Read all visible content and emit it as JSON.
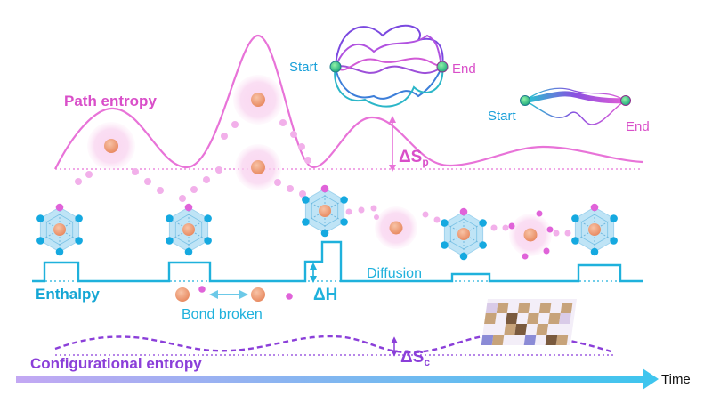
{
  "labels": {
    "path_entropy": "Path entropy",
    "enthalpy": "Enthalpy",
    "configurational_entropy": "Configurational entropy",
    "time": "Time",
    "diffusion": "Diffusion",
    "bond_broken": "Bond broken",
    "delta_h": "ΔH",
    "delta_sp_main": "ΔS",
    "delta_sp_sub": "p",
    "delta_sc_main": "ΔS",
    "delta_sc_sub": "c",
    "start_1": "Start",
    "end_1": "End",
    "start_2": "Start",
    "end_2": "End"
  },
  "colors": {
    "path_entropy": "#e873d8",
    "path_entropy_label": "#d94fc9",
    "enthalpy": "#1fb1dc",
    "enthalpy_label": "#14a6d4",
    "configurational": "#8b3fd9",
    "atom": "#f0a07a",
    "atom_glow": "#f7c9ec",
    "node_cyan": "#15a9e0",
    "node_magenta": "#e063d9",
    "hex_fill": "#bfe4f6",
    "time_arrow_start": "#b79cf1",
    "time_arrow_end": "#3fc5ee"
  },
  "icons": {
    "tangled_paths": "tangled-paths-icon",
    "single_path": "single-path-icon",
    "molecule": "hexagonal-molecule-icon",
    "checkerboard": "checkerboard-lattice-icon"
  }
}
